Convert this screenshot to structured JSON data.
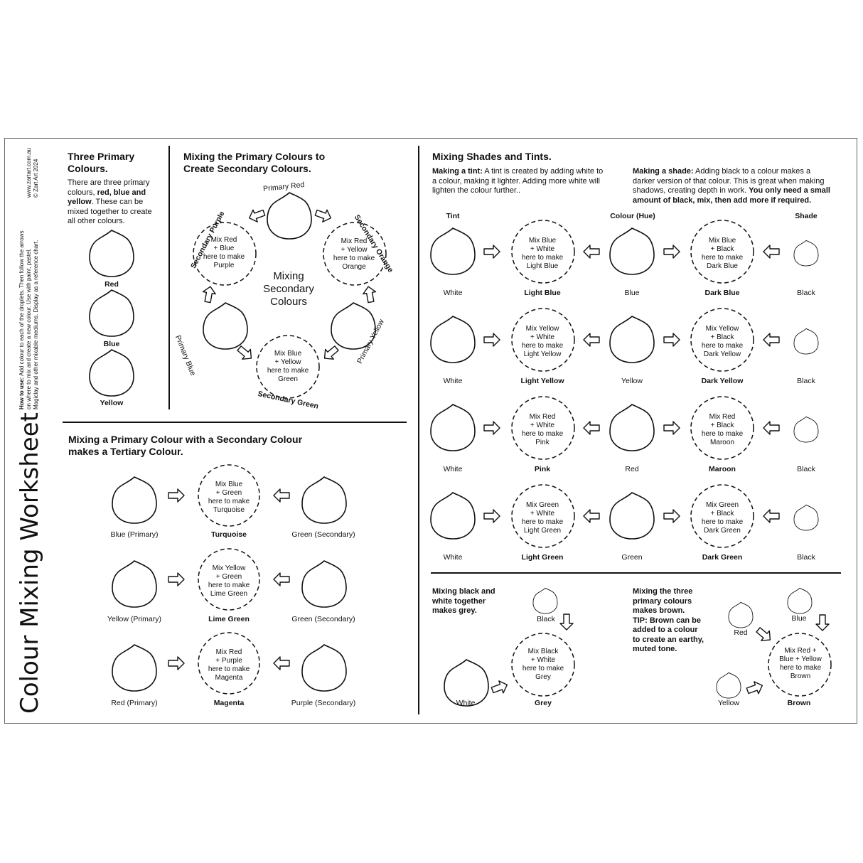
{
  "side": {
    "title": "Colour Mixing Worksheet",
    "website": "www.zartart.com.au",
    "copyright": "© Zart Art 2024",
    "howto_label": "How to use:",
    "howto_line1": "Add colour to each of the droplets. Then follow the arrows",
    "howto_line2": "on where to mix and create a new colour. Use with paint, pastel,",
    "howto_line3": "Magiclay and other mixable mediums. Display as a reference chart."
  },
  "primary": {
    "title_line1": "Three Primary",
    "title_line2": "Colours.",
    "desc_line1": "There are three primary",
    "desc_line2_pre": "colours, ",
    "desc_line2_bold": "red, blue and",
    "desc_line3_bold": "yellow",
    "desc_line3_post": ". These can be",
    "desc_line4": "mixed together to create",
    "desc_line5": "all other colours.",
    "labels": [
      "Red",
      "Blue",
      "Yellow"
    ]
  },
  "secondary": {
    "title_line1": "Mixing the Primary Colours to",
    "title_line2": "Create Secondary Colours.",
    "center": [
      "Mixing",
      "Secondary",
      "Colours"
    ],
    "primary_red": "Primary Red",
    "primary_blue": "Primary Blue",
    "primary_yellow": "Primary Yellow",
    "sec_purple": "Secondary Purple",
    "sec_orange": "Secondary Orange",
    "sec_green": "Secondary Green",
    "mix_purple": [
      "Mix Red",
      "+ Blue",
      "here to make",
      "Purple"
    ],
    "mix_orange": [
      "Mix Red",
      "+ Yellow",
      "here to make",
      "Orange"
    ],
    "mix_green": [
      "Mix Blue",
      "+ Yellow",
      "here to make",
      "Green"
    ]
  },
  "tertiary": {
    "title_line1": "Mixing a Primary Colour with a Secondary Colour",
    "title_line2": "makes a Tertiary Colour.",
    "rows": [
      {
        "left": "Blue (Primary)",
        "mix": [
          "Mix Blue",
          "+ Green",
          "here to make",
          "Turquoise"
        ],
        "result": "Turquoise",
        "right": "Green (Secondary)"
      },
      {
        "left": "Yellow (Primary)",
        "mix": [
          "Mix Yellow",
          "+ Green",
          "here to make",
          "Lime Green"
        ],
        "result": "Lime Green",
        "right": "Green (Secondary)"
      },
      {
        "left": "Red (Primary)",
        "mix": [
          "Mix Red",
          "+ Purple",
          "here to make",
          "Magenta"
        ],
        "result": "Magenta",
        "right": "Purple (Secondary)"
      }
    ]
  },
  "shades": {
    "title": "Mixing Shades and Tints.",
    "tint_bold": "Making a tint:",
    "tint_line1": " A tint is created by adding white to",
    "tint_line2": "a colour, making it lighter. Adding more white will",
    "tint_line3": "lighten the colour further..",
    "shade_bold": "Making a shade:",
    "shade_line1": " Adding black to a colour makes a",
    "shade_line2": "darker version of that colour. This is great when making",
    "shade_line3_pre": "shadows, creating depth in work. ",
    "shade_line3_bold": "You only need a small",
    "shade_line4_bold": "amount of black, mix, then add more if required.",
    "col_tint": "Tint",
    "col_hue": "Colour (Hue)",
    "col_shade": "Shade",
    "rows": [
      {
        "tint": "White",
        "tint_mix": [
          "Mix Blue",
          "+ White",
          "here to make",
          "Light Blue"
        ],
        "tint_result": "Light Blue",
        "hue": "Blue",
        "shade_mix": [
          "Mix Blue",
          "+ Black",
          "here to make",
          "Dark Blue"
        ],
        "shade_result": "Dark Blue",
        "shade": "Black"
      },
      {
        "tint": "White",
        "tint_mix": [
          "Mix Yellow",
          "+ White",
          "here to make",
          "Light Yellow"
        ],
        "tint_result": "Light Yellow",
        "hue": "Yellow",
        "shade_mix": [
          "Mix Yellow",
          "+ Black",
          "here to make",
          "Dark Yellow"
        ],
        "shade_result": "Dark Yellow",
        "shade": "Black"
      },
      {
        "tint": "White",
        "tint_mix": [
          "Mix Red",
          "+ White",
          "here to make",
          "Pink"
        ],
        "tint_result": "Pink",
        "hue": "Red",
        "shade_mix": [
          "Mix Red",
          "+ Black",
          "here to make",
          "Maroon"
        ],
        "shade_result": "Maroon",
        "shade": "Black"
      },
      {
        "tint": "White",
        "tint_mix": [
          "Mix Green",
          "+ White",
          "here to make",
          "Light Green"
        ],
        "tint_result": "Light Green",
        "hue": "Green",
        "shade_mix": [
          "Mix Green",
          "+ Black",
          "here to make",
          "Dark Green"
        ],
        "shade_result": "Dark Green",
        "shade": "Black"
      }
    ]
  },
  "grey": {
    "title_line1": "Mixing black and",
    "title_line2": "white together",
    "title_line3": "makes grey.",
    "black": "Black",
    "white": "White",
    "mix": [
      "Mix Black",
      "+ White",
      "here to make",
      "Grey"
    ],
    "result": "Grey"
  },
  "brown": {
    "title_line1": "Mixing the three",
    "title_line2": "primary colours",
    "title_line3": "makes brown.",
    "tip_line1": "TIP: Brown can be",
    "tip_line2": "added to a colour",
    "tip_line3": "to create an earthy,",
    "tip_line4": "muted tone.",
    "red": "Red",
    "blue": "Blue",
    "yellow": "Yellow",
    "mix": [
      "Mix Red +",
      "Blue + Yellow",
      "here to make",
      "Brown"
    ],
    "result": "Brown"
  }
}
